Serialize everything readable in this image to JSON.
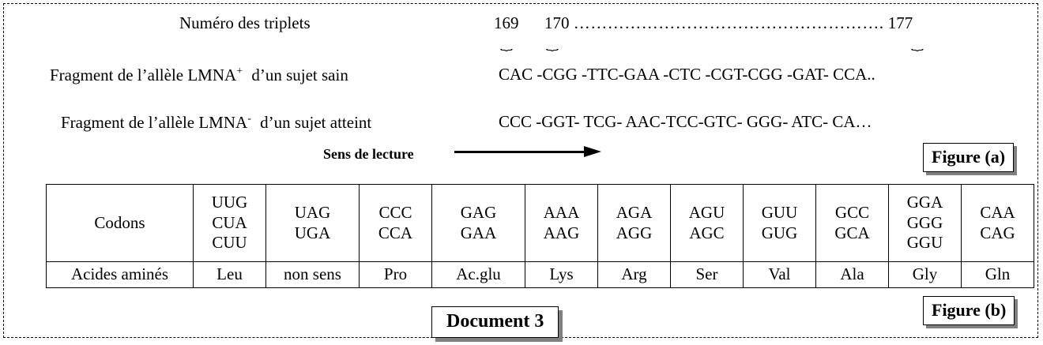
{
  "document": {
    "tag": "Document 3",
    "figure_a_tag": "Figure (a)",
    "figure_b_tag": "Figure (b)"
  },
  "figure_a": {
    "triplet_numbers_label": "Numéro des triplets",
    "triplet_numbers": {
      "first": "169",
      "second": "170",
      "leader": "……………………………………………….",
      "last": "177"
    },
    "healthy": {
      "label_part1": "Fragment de l’allèle  LMNA",
      "label_sup": "+",
      "label_part2": "d’un sujet sain",
      "sequence": "CAC -CGG -TTC-GAA -CTC -CGT-CGG -GAT- CCA.."
    },
    "affected": {
      "label_part1": "Fragment de l’allèle  LMNA",
      "label_sup": "-",
      "label_part2": "d’un sujet atteint",
      "sequence": "CCC -GGT- TCG- AAC-TCC-GTC- GGG- ATC- CA…"
    },
    "reading_direction_label": "Sens de lecture",
    "braces": [
      "brace-169",
      "brace-170",
      "brace-177"
    ]
  },
  "codon_table": {
    "row_labels": {
      "codons": "Codons",
      "amino_acids": "Acides aminés"
    },
    "columns": [
      {
        "codons": [
          "UUG",
          "CUA",
          "CUU"
        ],
        "amino_acid": "Leu"
      },
      {
        "codons": [
          "UAG",
          "UGA"
        ],
        "amino_acid": "non sens"
      },
      {
        "codons": [
          "CCC",
          "CCA"
        ],
        "amino_acid": "Pro"
      },
      {
        "codons": [
          "GAG",
          "GAA"
        ],
        "amino_acid": "Ac.glu"
      },
      {
        "codons": [
          "AAA",
          "AAG"
        ],
        "amino_acid": "Lys"
      },
      {
        "codons": [
          "AGA",
          "AGG"
        ],
        "amino_acid": "Arg"
      },
      {
        "codons": [
          "AGU",
          "AGC"
        ],
        "amino_acid": "Ser"
      },
      {
        "codons": [
          "GUU",
          "GUG"
        ],
        "amino_acid": "Val"
      },
      {
        "codons": [
          "GCC",
          "GCA"
        ],
        "amino_acid": "Ala"
      },
      {
        "codons": [
          "GGA",
          "GGG",
          "GGU"
        ],
        "amino_acid": "Gly"
      },
      {
        "codons": [
          "CAA",
          "CAG"
        ],
        "amino_acid": "Gln"
      }
    ]
  },
  "colors": {
    "ink": "#000000",
    "paper": "#ffffff",
    "box_shadow": "#808080"
  }
}
